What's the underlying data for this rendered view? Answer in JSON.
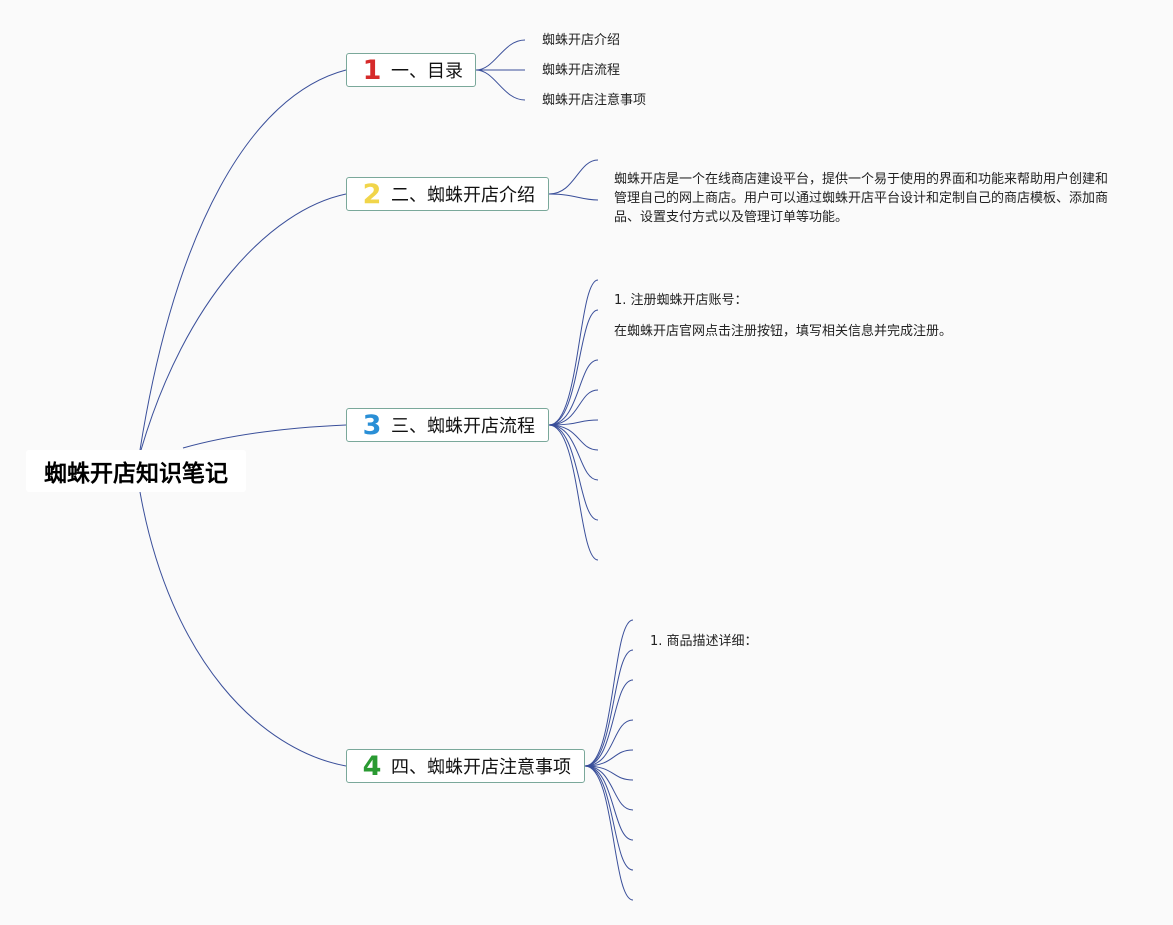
{
  "root": {
    "title": "蜘蛛开店知识笔记"
  },
  "branches": [
    {
      "number": "1",
      "color": "#d62a2a",
      "title": "一、目录"
    },
    {
      "number": "2",
      "color": "#f1d54a",
      "title": "二、蜘蛛开店介绍"
    },
    {
      "number": "3",
      "color": "#2a8fd6",
      "title": "三、蜘蛛开店流程"
    },
    {
      "number": "4",
      "color": "#2a9a32",
      "title": "四、蜘蛛开店注意事项"
    }
  ],
  "toc_items": [
    "蜘蛛开店介绍",
    "蜘蛛开店流程",
    "蜘蛛开店注意事项"
  ],
  "intro_text": "蜘蛛开店是一个在线商店建设平台，提供一个易于使用的界面和功能来帮助用户创建和管理自己的网上商店。用户可以通过蜘蛛开店平台设计和定制自己的商店模板、添加商品、设置支付方式以及管理订单等功能。",
  "process_items": [
    "1. 注册蜘蛛开店账号：",
    "在蜘蛛开店官网点击注册按钮，填写相关信息并完成注册。"
  ],
  "notes_items": [
    "1. 商品描述详细："
  ],
  "colors": {
    "link": "#3a4f9a",
    "node_border": "#7aa89a"
  }
}
